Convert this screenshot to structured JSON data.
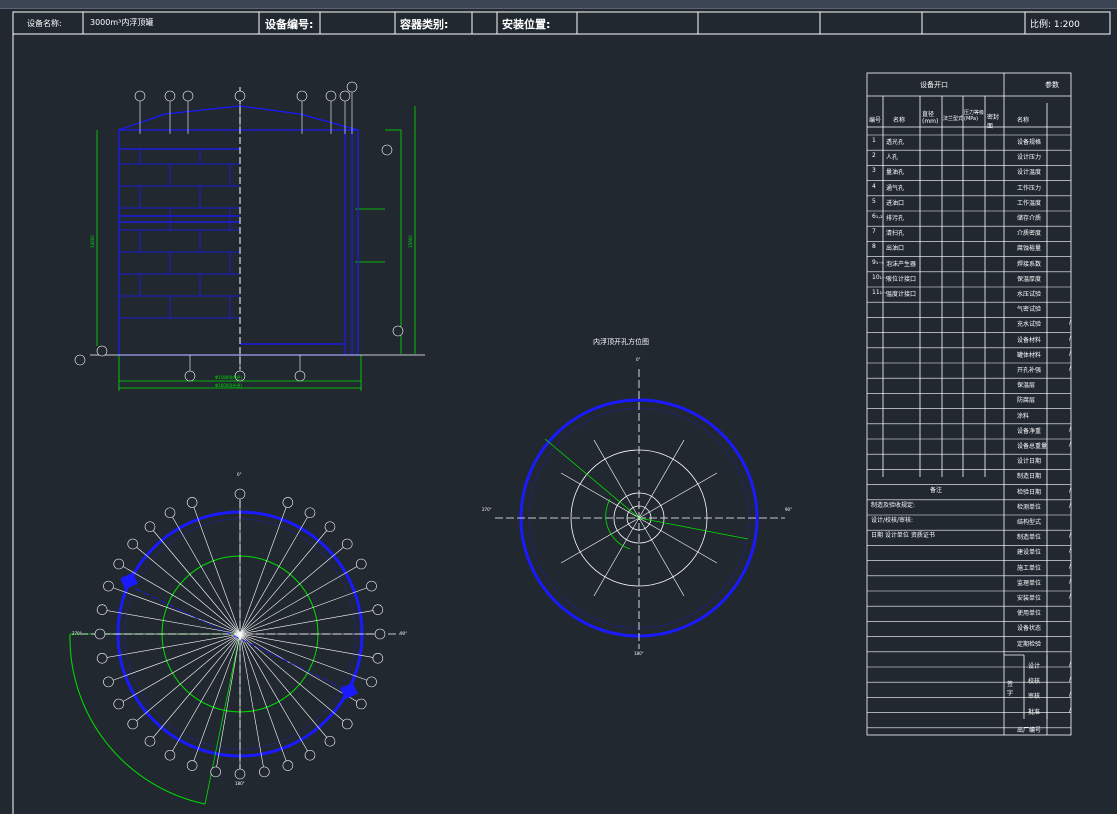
{
  "header": {
    "device_name_label": "设备名称:",
    "device_name_value": "3000m³内浮顶罐",
    "device_no_label": "设备编号:",
    "category_label": "容器类别:",
    "location_label": "安装位置:",
    "scale_label": "比例: 1:200"
  },
  "nozzle_table": {
    "title": "设备开口",
    "params_title": "参数",
    "col_no": "编号",
    "col_name": "名称",
    "col_dn": "直径(mm)",
    "col_flange": "法兰型式",
    "col_pressure": "压力等级(MPa)",
    "col_face": "密封面",
    "col_item": "名称",
    "rows": [
      {
        "no": "1",
        "name": "透光孔"
      },
      {
        "no": "2",
        "name": "人孔"
      },
      {
        "no": "3",
        "name": "量油孔"
      },
      {
        "no": "4",
        "name": "通气孔"
      },
      {
        "no": "5",
        "name": "进油口"
      },
      {
        "no": "6₁,₂",
        "name": "排污孔"
      },
      {
        "no": "7",
        "name": "清扫孔"
      },
      {
        "no": "8",
        "name": "出油口"
      },
      {
        "no": "9₁₋₄",
        "name": "泡沫产生器"
      },
      {
        "no": "10₁₋₄",
        "name": "液位计接口"
      },
      {
        "no": "11₁₋₄",
        "name": "温度计接口"
      }
    ],
    "param_items": [
      "设备规格",
      "设计压力",
      "设计温度",
      "工作压力",
      "工作温度",
      "储存介质",
      "介质密度",
      "腐蚀裕量",
      "焊接系数",
      "保温厚度",
      "水压试验",
      "气密试验",
      "充水试验",
      "设备材料",
      "罐体材料",
      "开孔补强",
      "保温层",
      "防腐层",
      "涂料",
      "设备净重",
      "设备总重量"
    ],
    "remarks_title": "备注",
    "remark_1": "制造及验收规定:",
    "remark_2": "设计/校核/审核:",
    "remark_3": "日期  设计单位  资质证书",
    "lower_items": [
      "设计日期",
      "制造日期",
      "检验日期",
      "检测单位",
      "结构型式",
      "制造单位",
      "建设单位",
      "施工单位",
      "监理单位",
      "安装单位",
      "使用单位",
      "设备状态",
      "定期检验"
    ],
    "sig_group": "签字",
    "sig_rows": [
      "设计",
      "校核",
      "审核",
      "批准"
    ],
    "final_row": "出厂编号",
    "slash": "/"
  },
  "drawing": {
    "plan_view_title": "内浮顶开孔方位图",
    "dim_upper": "Φ15800(内径)",
    "dim_lower": "Φ16000(外径)",
    "height_left": "14600",
    "height_right": "15600",
    "north": "0°",
    "east": "90°",
    "south": "180°",
    "west": "270°"
  },
  "colors": {
    "background": "#212830",
    "line_white": "#ffffff",
    "line_blue": "#1a1aff",
    "line_green": "#00e000"
  }
}
